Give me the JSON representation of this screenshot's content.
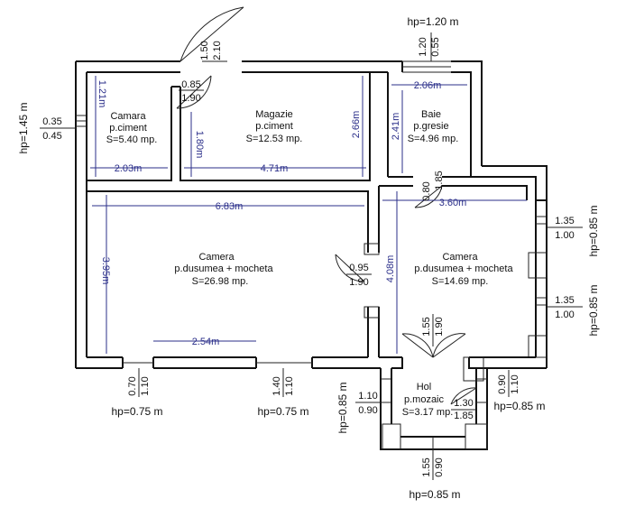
{
  "rooms": {
    "camara": {
      "name": "Camara",
      "floor": "p.ciment",
      "area": "S=5.40 mp."
    },
    "magazie": {
      "name": "Magazie",
      "floor": "p.ciment",
      "area": "S=12.53 mp."
    },
    "baie": {
      "name": "Baie",
      "floor": "p.gresie",
      "area": "S=4.96 mp."
    },
    "camera1": {
      "name": "Camera",
      "floor": "p.dusumea + mocheta",
      "area": "S=26.98 mp."
    },
    "camera2": {
      "name": "Camera",
      "floor": "p.dusumea + mocheta",
      "area": "S=14.69 mp."
    },
    "hol": {
      "name": "Hol",
      "floor": "p.mozaic",
      "area": "S=3.17 mp."
    }
  },
  "dims": {
    "camara_w": "2.03m",
    "camara_h": "1.21m",
    "magazie_w": "4.71m",
    "magazie_h": "2.66m",
    "magazie_h2": "1.80m",
    "baie_w": "2.06m",
    "baie_h": "2.41m",
    "camera1_w": "6.83m",
    "camera1_h": "3.95m",
    "camera1_win": "2.54m",
    "camera2_w": "3.60m",
    "camera2_h": "4.08m"
  },
  "openings": {
    "entry_top": [
      "1.50",
      "2.10"
    ],
    "magazie_door": [
      "0.85",
      "1.90"
    ],
    "camara_window": [
      "0.35",
      "0.45"
    ],
    "baie_window": [
      "1.20",
      "0.55"
    ],
    "baie_door": [
      "0.80",
      "1.85"
    ],
    "camera_door": [
      "0.95",
      "1.90"
    ],
    "right_win1": [
      "1.35",
      "1.00"
    ],
    "right_win2": [
      "1.35",
      "1.00"
    ],
    "bottom_win1": [
      "0.70",
      "1.10"
    ],
    "bottom_win2": [
      "1.40",
      "1.10"
    ],
    "hol_door_top": [
      "1.55",
      "1.90"
    ],
    "hol_left_win": [
      "1.10",
      "0.90"
    ],
    "hol_right_win": [
      "0.90",
      "1.10"
    ],
    "hol_door_inner": [
      "1.30",
      "1.85"
    ],
    "hol_bottom": [
      "1.55",
      "0.90"
    ]
  },
  "heights": {
    "hp_top": "hp=1.20 m",
    "hp_left": "hp=1.45 m",
    "hp_right1": "hp=0.85 m",
    "hp_right2": "hp=0.85 m",
    "hp_bottom1": "hp=0.75 m",
    "hp_bottom2": "hp=0.75 m",
    "hp_hol_left": "hp=0.85 m",
    "hp_hol_right": "hp=0.85 m",
    "hp_hol_bottom": "hp=0.85 m"
  }
}
